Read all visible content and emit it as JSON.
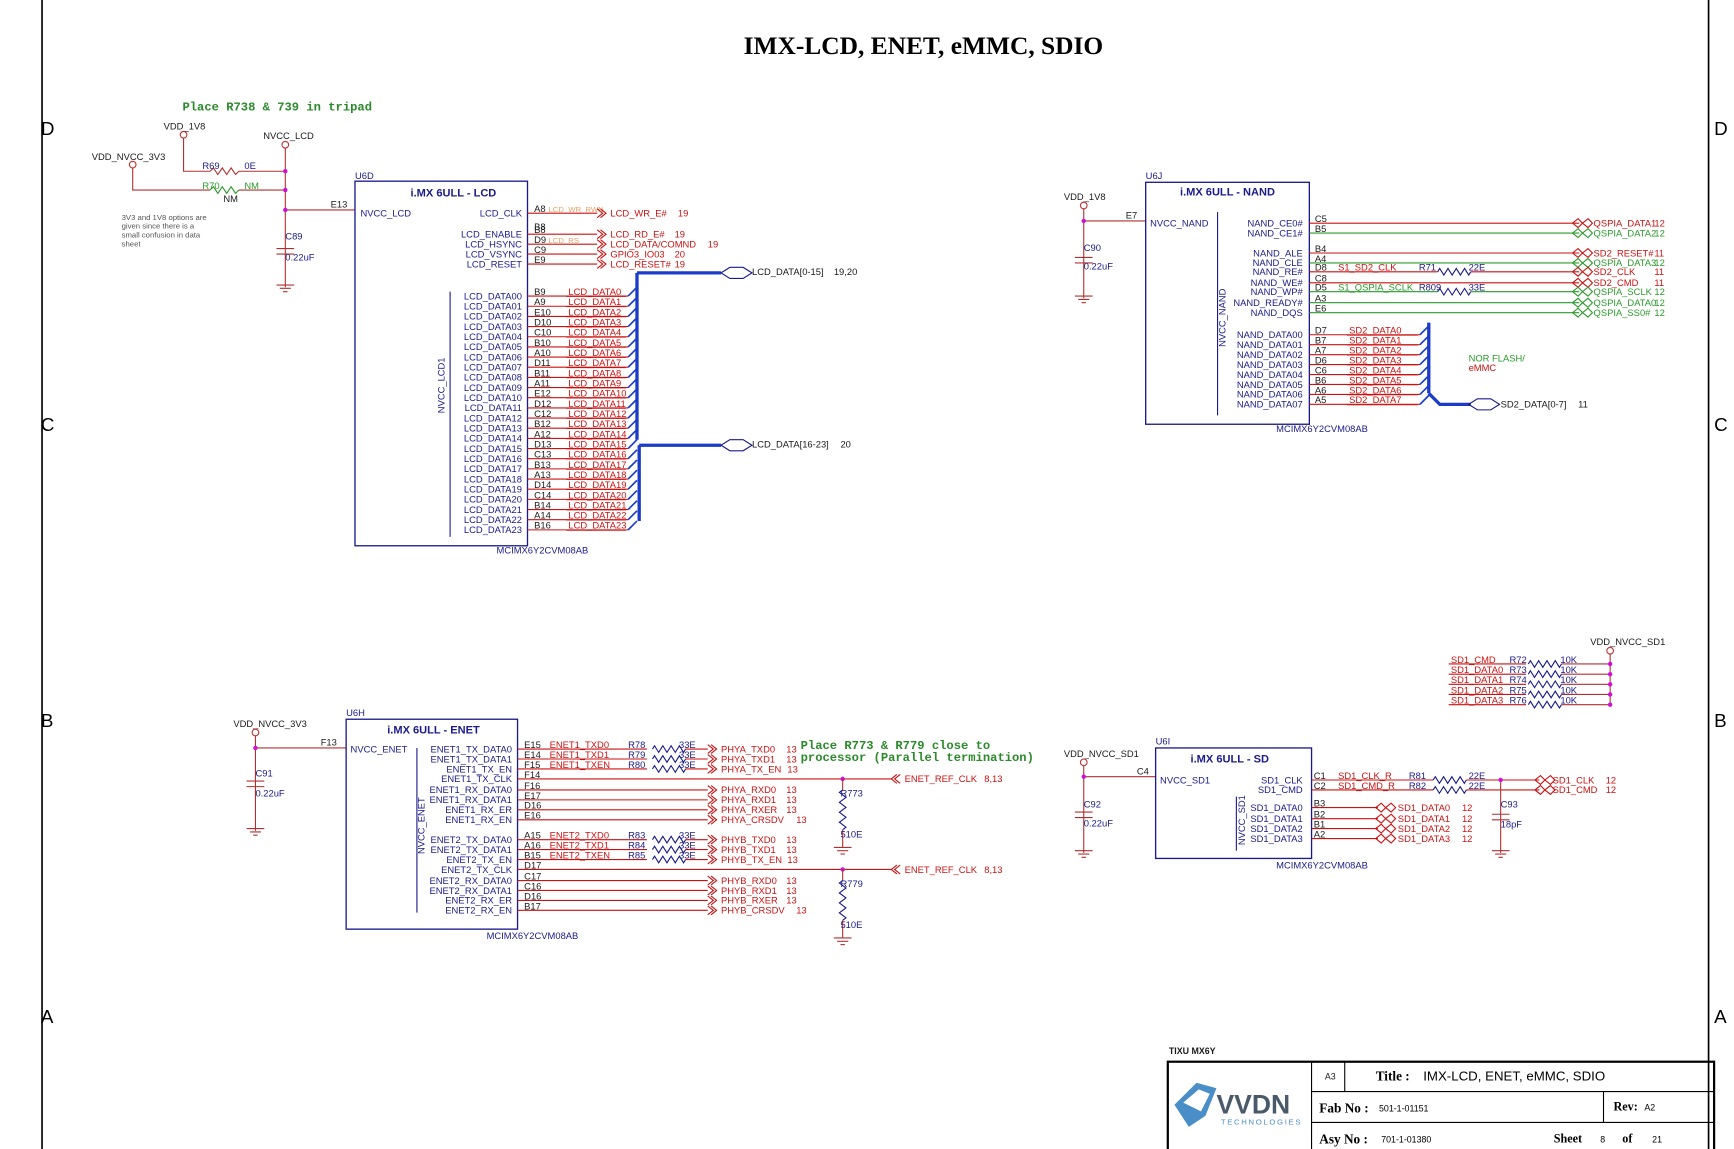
{
  "title": "IMX-LCD, ENET, eMMC, SDIO",
  "zones": {
    "d": "D",
    "c": "C",
    "b": "B",
    "a": "A"
  },
  "colors": {
    "wire": "#cc1111",
    "bus": "#1a3cc8",
    "box": "#1a1a8c",
    "net_green": "#2a9a2a"
  },
  "power": {
    "lcd_vdd_1v8": "VDD_1V8",
    "lcd_nvcc_3v3": "VDD_NVCC_3V3",
    "lcd_nvcc": "NVCC_LCD",
    "nand_vdd_1v8": "VDD_1V8",
    "enet_nvcc_3v3": "VDD_NVCC_3V3",
    "sd_nvcc": "VDD_NVCC_SD1",
    "sd_pullup_vdd": "VDD_NVCC_SD1"
  },
  "notes": {
    "tripad": "Place R738 & 739 in tripad",
    "options": [
      "3V3 and 1V8 options are",
      "given since there is a",
      "small confusion in data",
      "sheet"
    ],
    "enet_term": [
      "Place R773 & R779 close to",
      "processor (Parallel termination)"
    ],
    "nor_flash": [
      "NOR FLASH/",
      "eMMC"
    ]
  },
  "lcd_block": {
    "ref": "U6D",
    "title": "i.MX 6ULL - LCD",
    "part": "MCIMX6Y2CVM08AB",
    "supply_pin": "NVCC_LCD",
    "supply_ball": "E13",
    "rail_label": "NVCC_LCD1",
    "r69": "R69",
    "r69_val": "0E",
    "r70": "R70",
    "r70_val": "NM",
    "r70_nm": "NM",
    "cap": "C89",
    "cap_val": "0.22uF",
    "ctrl": [
      {
        "pin": "LCD_CLK",
        "ball": "A8",
        "net": "LCD_WR_RWN",
        "port": "LCD_WR_E#",
        "page": "19"
      },
      {
        "pin": "LCD_ENABLE",
        "ball": "B8",
        "net": "",
        "port": "LCD_RD_E#",
        "page": "19"
      },
      {
        "pin": "LCD_HSYNC",
        "ball": "D9",
        "net": "LCD_RS",
        "port": "LCD_DATA/COMND",
        "page": "19"
      },
      {
        "pin": "LCD_VSYNC",
        "ball": "C9",
        "net": "",
        "port": "GPIO3_IO03",
        "page": "20"
      },
      {
        "pin": "LCD_RESET",
        "ball": "E9",
        "net": "",
        "port": "LCD_RESET#",
        "page": "19"
      }
    ],
    "data": [
      {
        "pin": "LCD_DATA00",
        "ball": "B9",
        "net": "LCD_DATA0"
      },
      {
        "pin": "LCD_DATA01",
        "ball": "A9",
        "net": "LCD_DATA1"
      },
      {
        "pin": "LCD_DATA02",
        "ball": "E10",
        "net": "LCD_DATA2"
      },
      {
        "pin": "LCD_DATA03",
        "ball": "D10",
        "net": "LCD_DATA3"
      },
      {
        "pin": "LCD_DATA04",
        "ball": "C10",
        "net": "LCD_DATA4"
      },
      {
        "pin": "LCD_DATA05",
        "ball": "B10",
        "net": "LCD_DATA5"
      },
      {
        "pin": "LCD_DATA06",
        "ball": "A10",
        "net": "LCD_DATA6"
      },
      {
        "pin": "LCD_DATA07",
        "ball": "D11",
        "net": "LCD_DATA7"
      },
      {
        "pin": "LCD_DATA08",
        "ball": "B11",
        "net": "LCD_DATA8"
      },
      {
        "pin": "LCD_DATA09",
        "ball": "A11",
        "net": "LCD_DATA9"
      },
      {
        "pin": "LCD_DATA10",
        "ball": "E12",
        "net": "LCD_DATA10"
      },
      {
        "pin": "LCD_DATA11",
        "ball": "D12",
        "net": "LCD_DATA11"
      },
      {
        "pin": "LCD_DATA12",
        "ball": "C12",
        "net": "LCD_DATA12"
      },
      {
        "pin": "LCD_DATA13",
        "ball": "B12",
        "net": "LCD_DATA13"
      },
      {
        "pin": "LCD_DATA14",
        "ball": "A12",
        "net": "LCD_DATA14"
      },
      {
        "pin": "LCD_DATA15",
        "ball": "D13",
        "net": "LCD_DATA15"
      },
      {
        "pin": "LCD_DATA16",
        "ball": "C13",
        "net": "LCD_DATA16"
      },
      {
        "pin": "LCD_DATA17",
        "ball": "B13",
        "net": "LCD_DATA17"
      },
      {
        "pin": "LCD_DATA18",
        "ball": "A13",
        "net": "LCD_DATA18"
      },
      {
        "pin": "LCD_DATA19",
        "ball": "D14",
        "net": "LCD_DATA19"
      },
      {
        "pin": "LCD_DATA20",
        "ball": "C14",
        "net": "LCD_DATA20"
      },
      {
        "pin": "LCD_DATA21",
        "ball": "B14",
        "net": "LCD_DATA21"
      },
      {
        "pin": "LCD_DATA22",
        "ball": "A14",
        "net": "LCD_DATA22"
      },
      {
        "pin": "LCD_DATA23",
        "ball": "B16",
        "net": "LCD_DATA23"
      }
    ],
    "bus1": {
      "label": "LCD_DATA[0-15]",
      "page": "19,20"
    },
    "bus2": {
      "label": "LCD_DATA[16-23]",
      "page": "20"
    }
  },
  "nand_block": {
    "ref": "U6J",
    "title": "i.MX 6ULL - NAND",
    "part": "MCIMX6Y2CVM08AB",
    "supply_pin": "NVCC_NAND",
    "supply_ball": "E7",
    "rail_label": "NVCC_NAND",
    "cap": "C90",
    "cap_val": "0.22uF",
    "ctrl": [
      {
        "pin": "NAND_CE0#",
        "ball": "C5",
        "net": "",
        "port": "QSPIA_DATA1",
        "page": "12",
        "res": "",
        "res_val": "",
        "green": false
      },
      {
        "pin": "NAND_CE1#",
        "ball": "B5",
        "net": "",
        "port": "QSPIA_DATA2",
        "page": "12",
        "res": "",
        "res_val": "",
        "green": true
      },
      {
        "pin": "NAND_ALE",
        "ball": "B4",
        "net": "",
        "port": "SD2_RESET#",
        "page": "11",
        "res": "",
        "res_val": "",
        "green": false
      },
      {
        "pin": "NAND_CLE",
        "ball": "A4",
        "net": "",
        "port": "QSPIA_DATA3",
        "page": "12",
        "res": "",
        "res_val": "",
        "green": true
      },
      {
        "pin": "NAND_RE#",
        "ball": "D8",
        "net": "S1_SD2_CLK",
        "port": "SD2_CLK",
        "page": "11",
        "res": "R71",
        "res_val": "22E",
        "green": false
      },
      {
        "pin": "NAND_WE#",
        "ball": "C8",
        "net": "",
        "port": "SD2_CMD",
        "page": "11",
        "res": "",
        "res_val": "",
        "green": false
      },
      {
        "pin": "NAND_WP#",
        "ball": "D5",
        "net": "S1_QSPIA_SCLK",
        "port": "QSPIA_SCLK",
        "page": "12",
        "res": "R809",
        "res_val": "33E",
        "green": true
      },
      {
        "pin": "NAND_READY#",
        "ball": "A3",
        "net": "",
        "port": "QSPIA_DATA0",
        "page": "12",
        "res": "",
        "res_val": "",
        "green": true
      },
      {
        "pin": "NAND_DQS",
        "ball": "E6",
        "net": "",
        "port": "QSPIA_SS0#",
        "page": "12",
        "res": "",
        "res_val": "",
        "green": true
      }
    ],
    "data": [
      {
        "pin": "NAND_DATA00",
        "ball": "D7",
        "net": "SD2_DATA0"
      },
      {
        "pin": "NAND_DATA01",
        "ball": "B7",
        "net": "SD2_DATA1"
      },
      {
        "pin": "NAND_DATA02",
        "ball": "A7",
        "net": "SD2_DATA2"
      },
      {
        "pin": "NAND_DATA03",
        "ball": "D6",
        "net": "SD2_DATA3"
      },
      {
        "pin": "NAND_DATA04",
        "ball": "C6",
        "net": "SD2_DATA4"
      },
      {
        "pin": "NAND_DATA05",
        "ball": "B6",
        "net": "SD2_DATA5"
      },
      {
        "pin": "NAND_DATA06",
        "ball": "A6",
        "net": "SD2_DATA6"
      },
      {
        "pin": "NAND_DATA07",
        "ball": "A5",
        "net": "SD2_DATA7"
      }
    ],
    "bus": {
      "label": "SD2_DATA[0-7]",
      "page": "11"
    }
  },
  "enet_block": {
    "ref": "U6H",
    "title": "i.MX 6ULL - ENET",
    "part": "MCIMX6Y2CVM08AB",
    "supply_pin": "NVCC_ENET",
    "supply_ball": "F13",
    "rail_label": "NVCC_ENET",
    "cap": "C91",
    "cap_val": "0.22uF",
    "ref_clk": {
      "port": "ENET_REF_CLK",
      "page": "8,13"
    },
    "r773": "R773",
    "r773_val": "510E",
    "r779": "R779",
    "r779_val": "510E",
    "pins": [
      {
        "pin": "ENET1_TX_DATA0",
        "ball": "E15",
        "net": "ENET1_TXD0",
        "res": "R78",
        "res_val": "33E",
        "port": "PHYA_TXD0",
        "page": "13"
      },
      {
        "pin": "ENET1_TX_DATA1",
        "ball": "E14",
        "net": "ENET1_TXD1",
        "res": "R79",
        "res_val": "33E",
        "port": "PHYA_TXD1",
        "page": "13"
      },
      {
        "pin": "ENET1_TX_EN",
        "ball": "F15",
        "net": "ENET1_TXEN",
        "res": "R80",
        "res_val": "33E",
        "port": "PHYA_TX_EN",
        "page": "13"
      },
      {
        "pin": "ENET1_TX_CLK",
        "ball": "F14",
        "net": "",
        "res": "",
        "res_val": "",
        "port": "",
        "page": ""
      },
      {
        "pin": "ENET1_RX_DATA0",
        "ball": "F16",
        "net": "",
        "res": "",
        "res_val": "",
        "port": "PHYA_RXD0",
        "page": "13"
      },
      {
        "pin": "ENET1_RX_DATA1",
        "ball": "E17",
        "net": "",
        "res": "",
        "res_val": "",
        "port": "PHYA_RXD1",
        "page": "13"
      },
      {
        "pin": "ENET1_RX_ER",
        "ball": "D16",
        "net": "",
        "res": "",
        "res_val": "",
        "port": "PHYA_RXER",
        "page": "13"
      },
      {
        "pin": "ENET1_RX_EN",
        "ball": "E16",
        "net": "",
        "res": "",
        "res_val": "",
        "port": "PHYA_CRSDV",
        "page": "13"
      },
      {
        "pin": "ENET2_TX_DATA0",
        "ball": "A15",
        "net": "ENET2_TXD0",
        "res": "R83",
        "res_val": "33E",
        "port": "PHYB_TXD0",
        "page": "13"
      },
      {
        "pin": "ENET2_TX_DATA1",
        "ball": "A16",
        "net": "ENET2_TXD1",
        "res": "R84",
        "res_val": "33E",
        "port": "PHYB_TXD1",
        "page": "13"
      },
      {
        "pin": "ENET2_TX_EN",
        "ball": "B15",
        "net": "ENET2_TXEN",
        "res": "R85",
        "res_val": "33E",
        "port": "PHYB_TX_EN",
        "page": "13"
      },
      {
        "pin": "ENET2_TX_CLK",
        "ball": "D17",
        "net": "",
        "res": "",
        "res_val": "",
        "port": "",
        "page": ""
      },
      {
        "pin": "ENET2_RX_DATA0",
        "ball": "C17",
        "net": "",
        "res": "",
        "res_val": "",
        "port": "PHYB_RXD0",
        "page": "13"
      },
      {
        "pin": "ENET2_RX_DATA1",
        "ball": "C16",
        "net": "",
        "res": "",
        "res_val": "",
        "port": "PHYB_RXD1",
        "page": "13"
      },
      {
        "pin": "ENET2_RX_ER",
        "ball": "D16",
        "net": "",
        "res": "",
        "res_val": "",
        "port": "PHYB_RXER",
        "page": "13"
      },
      {
        "pin": "ENET2_RX_EN",
        "ball": "B17",
        "net": "",
        "res": "",
        "res_val": "",
        "port": "PHYB_CRSDV",
        "page": "13"
      }
    ]
  },
  "sd_block": {
    "ref": "U6I",
    "title": "i.MX 6ULL - SD",
    "part": "MCIMX6Y2CVM08AB",
    "supply_pin": "NVCC_SD1",
    "supply_ball": "C4",
    "rail_label": "NVCC_SD1",
    "cap": "C92",
    "cap_val": "0.22uF",
    "c93": "C93",
    "c93_val": "18pF",
    "pins": [
      {
        "pin": "SD1_CLK",
        "ball": "C1",
        "net": "SD1_CLK_R",
        "res": "R81",
        "res_val": "22E",
        "port": "SD1_CLK",
        "page": "12"
      },
      {
        "pin": "SD1_CMD",
        "ball": "C2",
        "net": "SD1_CMD_R",
        "res": "R82",
        "res_val": "22E",
        "port": "SD1_CMD",
        "page": "12"
      },
      {
        "pin": "SD1_DATA0",
        "ball": "B3",
        "net": "",
        "res": "",
        "res_val": "",
        "port": "SD1_DATA0",
        "page": "12"
      },
      {
        "pin": "SD1_DATA1",
        "ball": "B2",
        "net": "",
        "res": "",
        "res_val": "",
        "port": "SD1_DATA1",
        "page": "12"
      },
      {
        "pin": "SD1_DATA2",
        "ball": "B1",
        "net": "",
        "res": "",
        "res_val": "",
        "port": "SD1_DATA2",
        "page": "12"
      },
      {
        "pin": "SD1_DATA3",
        "ball": "A2",
        "net": "",
        "res": "",
        "res_val": "",
        "port": "SD1_DATA3",
        "page": "12"
      }
    ],
    "pullups": [
      {
        "net": "SD1_CMD",
        "res": "R72",
        "val": "10K"
      },
      {
        "net": "SD1_DATA0",
        "res": "R73",
        "val": "10K"
      },
      {
        "net": "SD1_DATA1",
        "res": "R74",
        "val": "10K"
      },
      {
        "net": "SD1_DATA2",
        "res": "R75",
        "val": "10K"
      },
      {
        "net": "SD1_DATA3",
        "res": "R76",
        "val": "10K"
      }
    ]
  },
  "title_block": {
    "project": "TIXU MX6Y",
    "logo_text": "VVDN",
    "logo_sub": "TECHNOLOGIES",
    "size": "A3",
    "title_label": "Title :",
    "title": "IMX-LCD, ENET, eMMC, SDIO",
    "fab_label": "Fab No :",
    "fab": "501-1-01151",
    "rev_label": "Rev:",
    "rev": "A2",
    "asy_label": "Asy No :",
    "asy": "701-1-01380",
    "sheet_label": "Sheet",
    "sheet": "8",
    "of_label": "of",
    "total": "21"
  }
}
